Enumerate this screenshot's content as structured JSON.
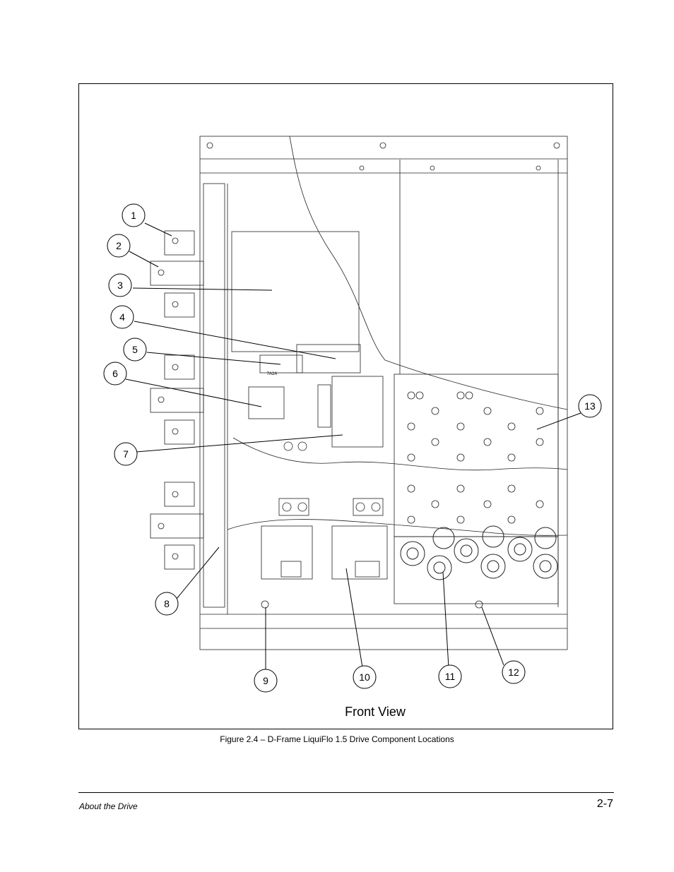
{
  "figure": {
    "view_label": "Front View",
    "caption": "Figure 2.4 – D-Frame LiquiFlo 1.5 Drive Component Locations",
    "callouts": [
      "1",
      "2",
      "3",
      "4",
      "5",
      "6",
      "7",
      "8",
      "9",
      "10",
      "11",
      "12",
      "13"
    ],
    "stamp_text": "7A2A"
  },
  "footer": {
    "section": "About the Drive",
    "page_number": "2-7"
  }
}
